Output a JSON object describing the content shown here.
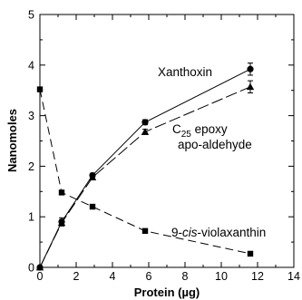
{
  "chart_data": {
    "type": "line",
    "xlabel": "Protein (µg)",
    "ylabel": "Nanomoles",
    "xlim": [
      0,
      14
    ],
    "ylim": [
      0,
      5
    ],
    "xticks": [
      0,
      2,
      4,
      6,
      8,
      10,
      12,
      14
    ],
    "yticks": [
      0,
      1,
      2,
      3,
      4,
      5
    ],
    "grid": false,
    "legend": "none",
    "series": [
      {
        "name": "Xanthoxin",
        "marker": "circle",
        "line": "solid",
        "x": [
          0,
          1.2,
          2.9,
          5.8,
          11.6
        ],
        "y": [
          0,
          0.9,
          1.82,
          2.87,
          3.92
        ],
        "err": [
          0,
          0.08,
          0.04,
          0.05,
          0.12
        ]
      },
      {
        "name": "C25 epoxy apo-aldehyde",
        "marker": "triangle",
        "line": "long-dash",
        "x": [
          0,
          1.2,
          2.9,
          5.8,
          11.6
        ],
        "y": [
          0,
          0.88,
          1.78,
          2.68,
          3.57
        ],
        "err": [
          0,
          0.06,
          0.04,
          0.05,
          0.12
        ]
      },
      {
        "name": "9-cis-violaxanthin",
        "marker": "square",
        "line": "dash",
        "x": [
          0,
          1.2,
          2.9,
          5.8,
          11.6
        ],
        "y": [
          3.52,
          1.48,
          1.2,
          0.72,
          0.27
        ],
        "err": [
          0,
          0,
          0,
          0,
          0
        ]
      }
    ],
    "annotations": {
      "xanthoxin": "Xanthoxin",
      "c25_prefix": "C",
      "c25_sub": "25",
      "c25_rest": " epoxy",
      "c25_line2": "apo-aldehyde",
      "viola_prefix": "9-",
      "viola_italic": "cis",
      "viola_rest": "-violaxanthin"
    }
  }
}
